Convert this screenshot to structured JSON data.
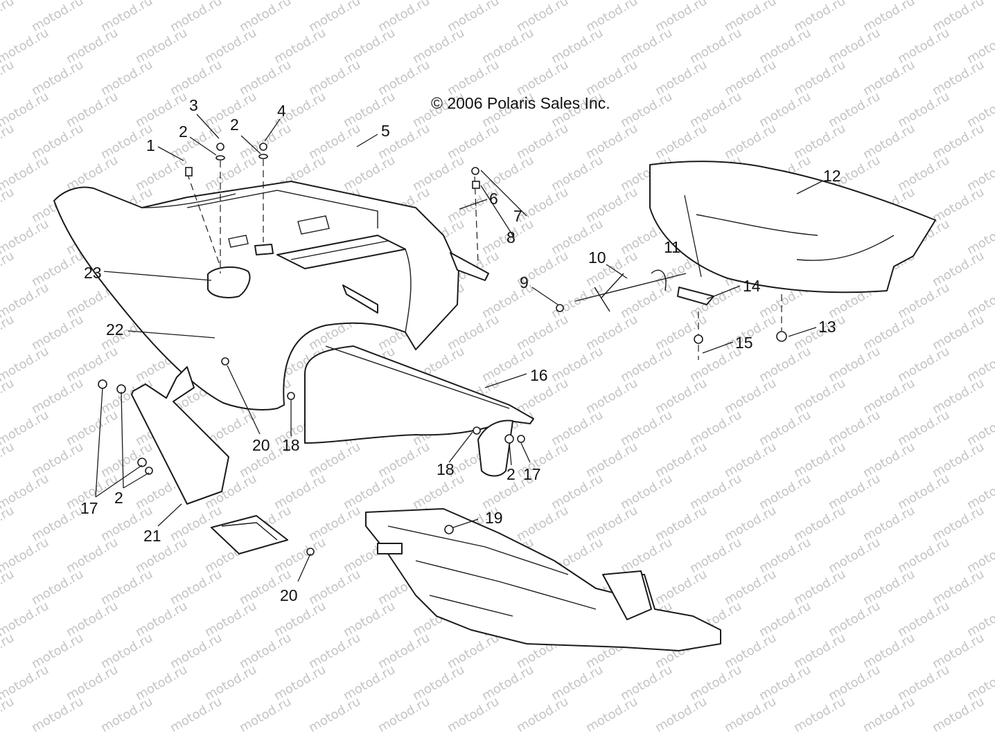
{
  "copyright": "© 2006 Polaris Sales Inc.",
  "watermark": "motod.ru",
  "callouts": [
    "1",
    "2",
    "3",
    "2",
    "4",
    "5",
    "6",
    "7",
    "8",
    "9",
    "10",
    "11",
    "12",
    "13",
    "14",
    "15",
    "16",
    "17",
    "2",
    "18",
    "20",
    "22",
    "23",
    "21",
    "20",
    "19",
    "18",
    "2",
    "17"
  ],
  "colors": {
    "line": "#1a1a1a",
    "watermark": "#c4c4c4",
    "background": "#ffffff"
  }
}
